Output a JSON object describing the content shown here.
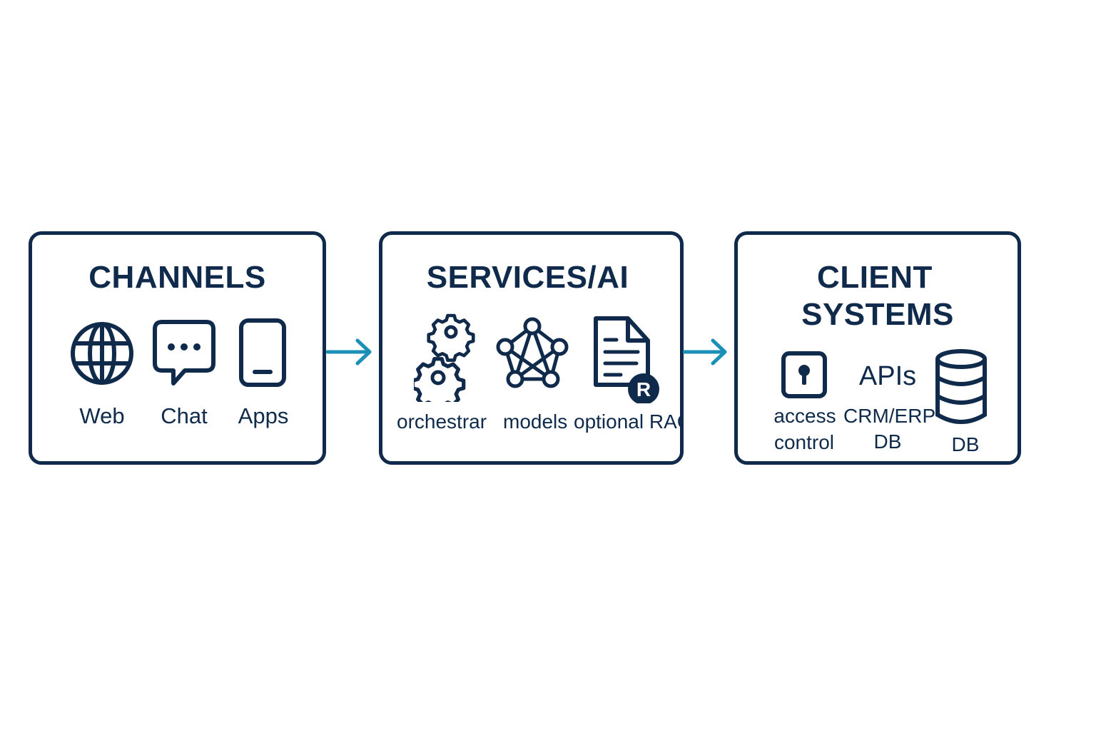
{
  "colors": {
    "primary": "#0f2a4a",
    "arrow": "#1a8fb8"
  },
  "channels": {
    "title": "CHANNELS",
    "items": [
      {
        "label": "Web",
        "icon": "globe-icon"
      },
      {
        "label": "Chat",
        "icon": "chat-bubble-icon"
      },
      {
        "label": "Apps",
        "icon": "mobile-phone-icon"
      }
    ]
  },
  "services": {
    "title": "SERVICES/AI",
    "items": [
      {
        "label": "orchestrar",
        "icon": "gears-icon"
      },
      {
        "label": "models",
        "icon": "network-icon"
      },
      {
        "label": "optional RAG",
        "icon": "document-r-icon"
      }
    ]
  },
  "client": {
    "title_line1": "CLIENT",
    "title_line2": "SYSTEMS",
    "items": [
      {
        "label_line1": "access",
        "label_line2": "control",
        "icon": "keyhole-lock-icon"
      },
      {
        "heading": "APIs",
        "label_line1": "CRM/ERP",
        "label_line2": "DB"
      },
      {
        "label": "DB",
        "icon": "database-icon"
      }
    ]
  }
}
